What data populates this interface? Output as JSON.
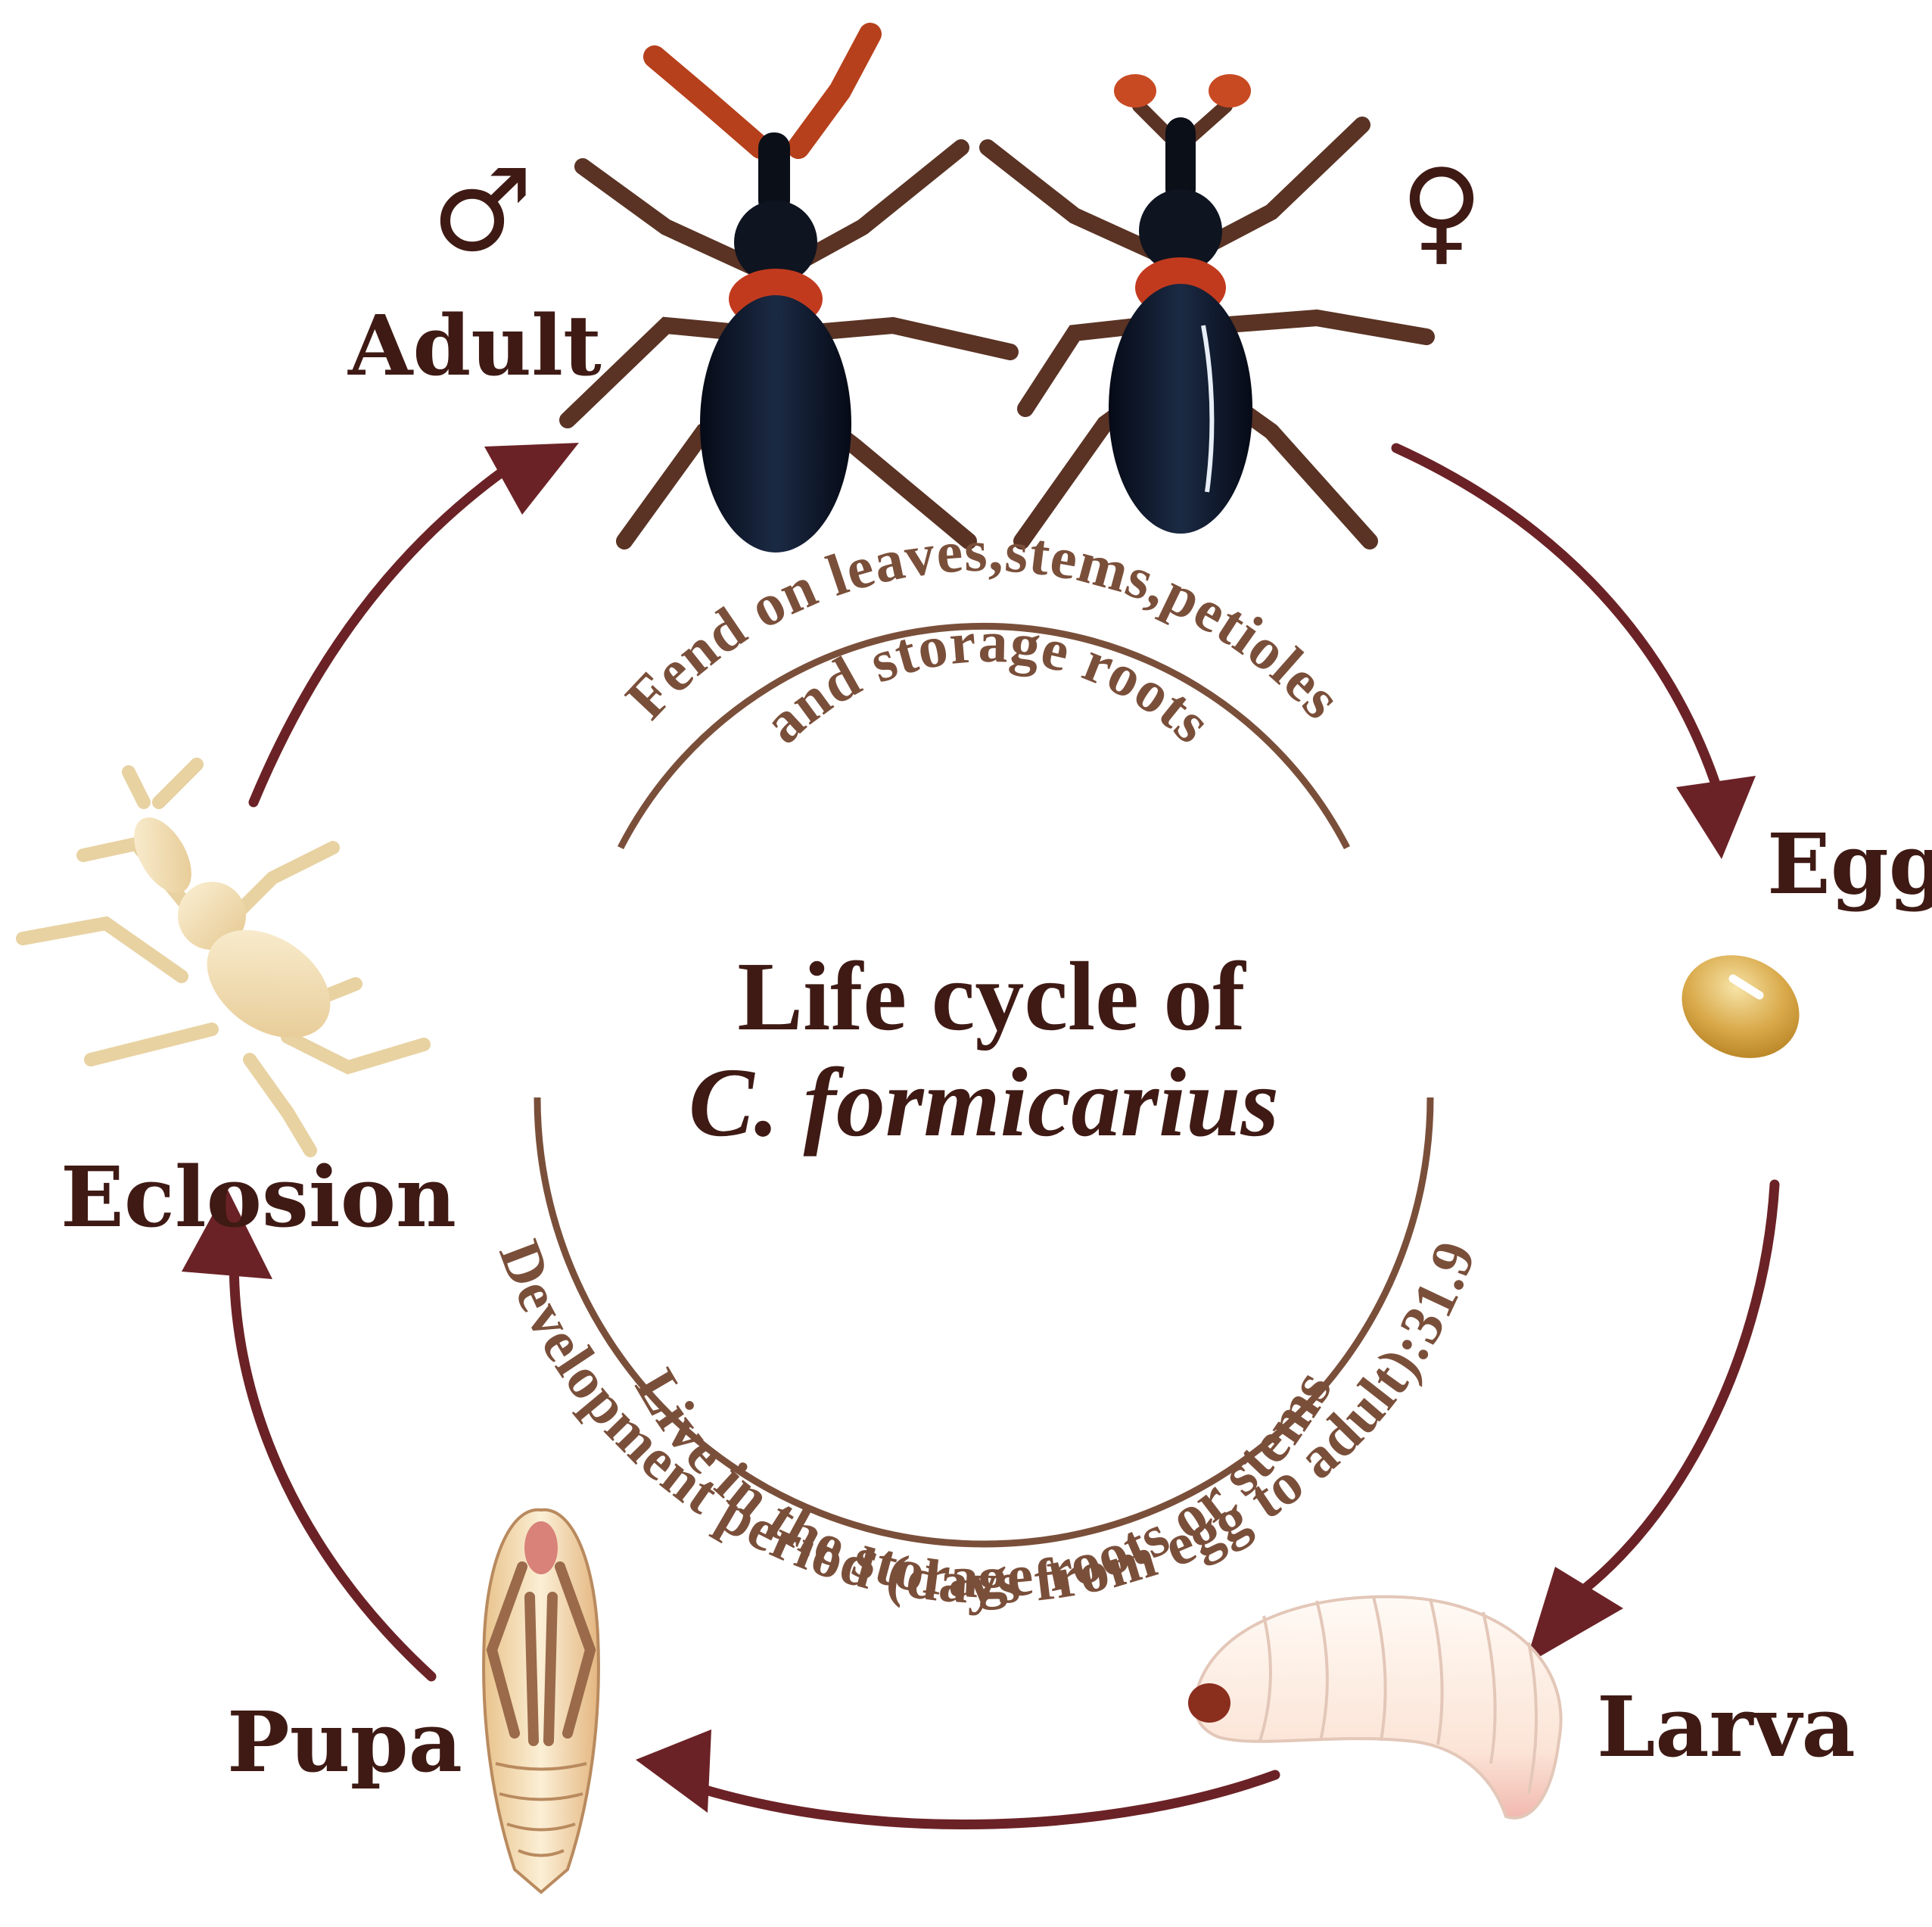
{
  "stages": {
    "adult": "Adult",
    "egg": "Egg",
    "larva": "Larva",
    "pupa": "Pupa",
    "eclosion": "Eclosion"
  },
  "sex_symbols": {
    "male": "♂",
    "female": "♀"
  },
  "center": {
    "title_line1": "Life cycle of",
    "title_line2": "C. formicarius"
  },
  "arc_texts": {
    "adult_feeding_line1": "Fend on leaves,stems,petioles",
    "adult_feeding_line2": "and storage roots",
    "larva_habitat": "Live in the storage roots or stems",
    "development_period": "Development period (days from egg to adult):31.9"
  },
  "colors": {
    "arrow": "#6b2226",
    "label": "#3f1a14",
    "arc_line": "#7a4f3a",
    "weevil_body": "#0d1526",
    "weevil_thorax": "#c23a1e",
    "weevil_legs": "#5a3324",
    "egg": "#d9a94a",
    "larva": "#fbe9dd",
    "pupa": "#f2d7a6",
    "eclosion": "#f0dcad"
  },
  "icons": [
    "male-weevil-icon",
    "female-weevil-icon",
    "egg-icon",
    "larva-icon",
    "pupa-icon",
    "eclosion-weevil-icon"
  ]
}
